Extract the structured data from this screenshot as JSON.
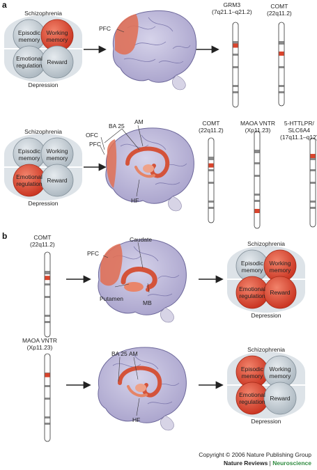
{
  "panels": {
    "a": "a",
    "b": "b"
  },
  "modules": [
    {
      "labels": {
        "schizophrenia": "Schizophrenia",
        "depression": "Depression",
        "episodic": [
          "Episodic",
          "memory"
        ],
        "working": [
          "Working",
          "memory"
        ],
        "emotional": [
          "Emotional",
          "regulation"
        ],
        "reward": "Reward"
      },
      "highlighted": [
        "working"
      ]
    },
    {
      "labels": {
        "schizophrenia": "Schizophrenia",
        "depression": "Depression",
        "episodic": [
          "Episodic",
          "memory"
        ],
        "working": [
          "Working",
          "memory"
        ],
        "emotional": [
          "Emotional",
          "regulation"
        ],
        "reward": "Reward"
      },
      "highlighted": [
        "emotional"
      ]
    },
    {
      "labels": {
        "schizophrenia": "Schizophrenia",
        "depression": "Depression",
        "episodic": [
          "Episodic",
          "memory"
        ],
        "working": [
          "Working",
          "memory"
        ],
        "emotional": [
          "Emotional",
          "regulation"
        ],
        "reward": "Reward"
      },
      "highlighted": [
        "working",
        "emotional",
        "reward"
      ]
    },
    {
      "labels": {
        "schizophrenia": "Schizophrenia",
        "depression": "Depression",
        "episodic": [
          "Episodic",
          "memory"
        ],
        "working": [
          "Working",
          "memory"
        ],
        "emotional": [
          "Emotional",
          "regulation"
        ],
        "reward": "Reward"
      },
      "highlighted": [
        "episodic",
        "emotional"
      ]
    }
  ],
  "brain_labels": {
    "a1_pfc": "PFC",
    "a2_ba25": "BA 25",
    "a2_am": "AM",
    "a2_ofc": "OFC",
    "a2_pfc": "PFC",
    "a2_hf": "HF",
    "b1_caudate": "Caudate",
    "b1_pfc": "PFC",
    "b1_putamen": "Putamen",
    "b1_mb": "MB",
    "b2_ba25": "BA 25",
    "b2_am": "AM",
    "b2_hf": "HF"
  },
  "genes": {
    "grm3": [
      "GRM3",
      "(7q21.1–q21.2)"
    ],
    "comt_a1": [
      "COMT",
      "(22q11.2)"
    ],
    "comt_a2": [
      "COMT",
      "(22q11.2)"
    ],
    "maoa_a2": [
      "MAOA VNTR",
      "(Xp11.23)"
    ],
    "httlpr": [
      "5-HTTLPR/",
      "SLC6A4",
      "(17q11.1–q12)"
    ],
    "comt_b1": [
      "COMT",
      "(22q11.2)"
    ],
    "maoa_b2": [
      "MAOA VNTR",
      "(Xp11.23)"
    ]
  },
  "colors": {
    "highlight": "#d9442c",
    "module_grey": "#c3ccd3",
    "halo": "#dde3e8",
    "brain": "#bcb7d8",
    "region": "#e07055"
  },
  "footer": {
    "copyright": "Copyright © 2006 Nature Publishing Group",
    "journal": "Nature Reviews",
    "separator": " | ",
    "section": "Neuroscience"
  }
}
